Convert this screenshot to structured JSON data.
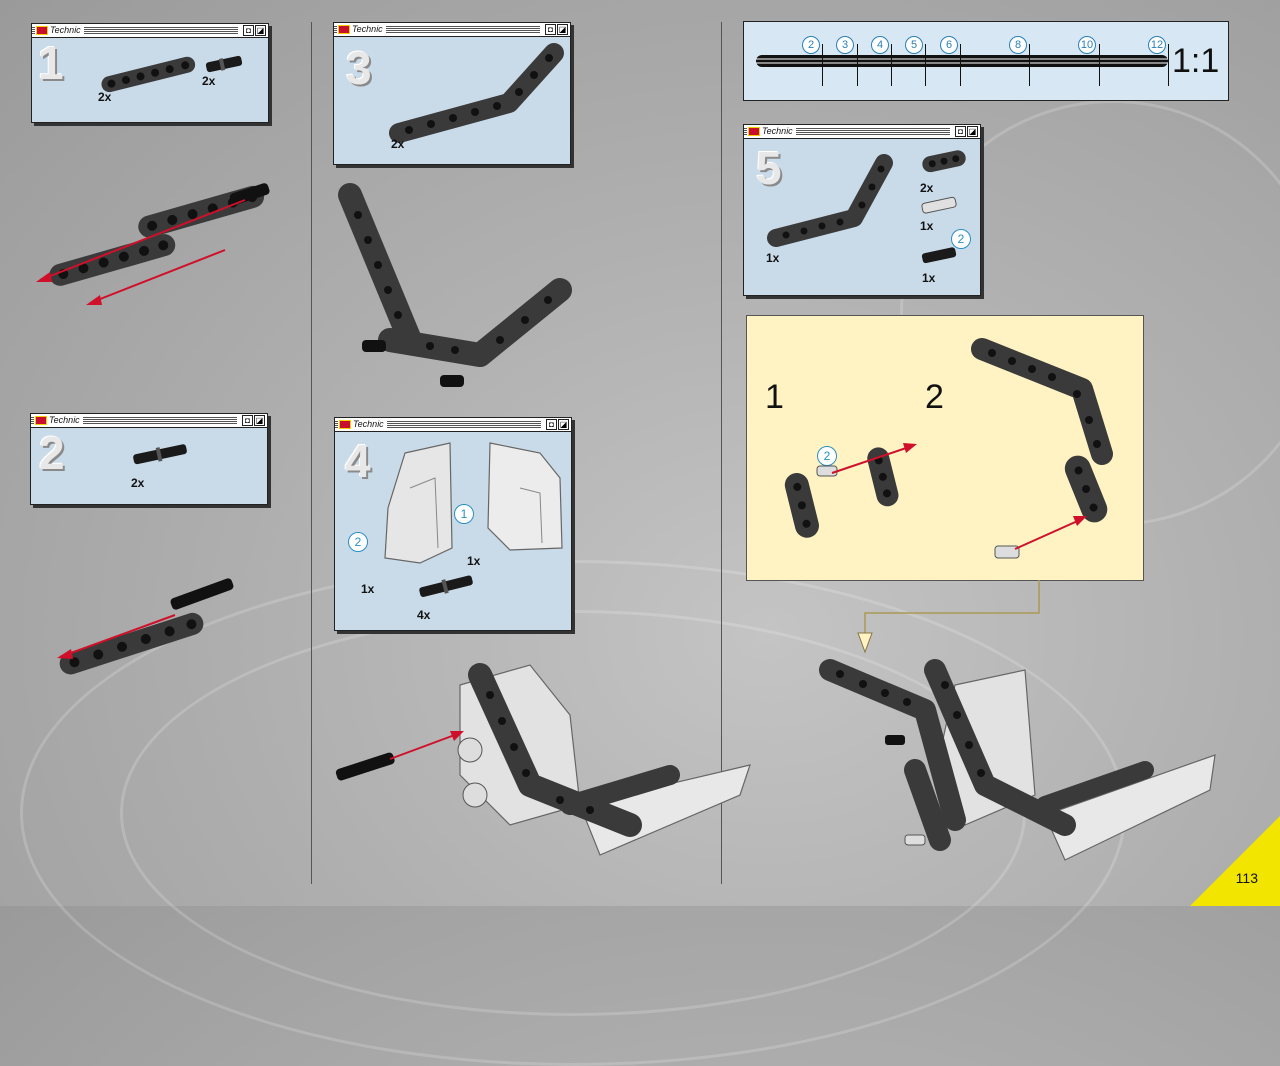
{
  "window": {
    "brand": "Technic",
    "btn_a": "◘",
    "btn_b": "◪"
  },
  "steps": [
    {
      "num": "1",
      "parts": [
        {
          "qty": "2x"
        },
        {
          "qty": "2x"
        }
      ]
    },
    {
      "num": "2",
      "parts": [
        {
          "qty": "2x"
        }
      ]
    },
    {
      "num": "3",
      "parts": [
        {
          "qty": "2x"
        }
      ]
    },
    {
      "num": "4",
      "parts": [
        {
          "qty": "1x"
        },
        {
          "qty": "1x"
        },
        {
          "qty": "4x"
        }
      ],
      "badges": [
        "1",
        "2"
      ]
    },
    {
      "num": "5",
      "parts": [
        {
          "qty": "1x"
        },
        {
          "qty": "2x"
        },
        {
          "qty": "1x"
        },
        {
          "qty": "1x"
        }
      ],
      "badge": "2"
    }
  ],
  "ruler": {
    "ticks": [
      "2",
      "3",
      "4",
      "5",
      "6",
      "8",
      "10",
      "12"
    ],
    "scale": "1:1"
  },
  "callout": {
    "sub1": "1",
    "sub2": "2",
    "badge": "2"
  },
  "page_number": "113",
  "colors": {
    "panel": "#c9dbe9",
    "callout": "#fff3c4",
    "arrow": "#d0102a",
    "beam": "#3a3a3a",
    "corner": "#f2e600"
  }
}
